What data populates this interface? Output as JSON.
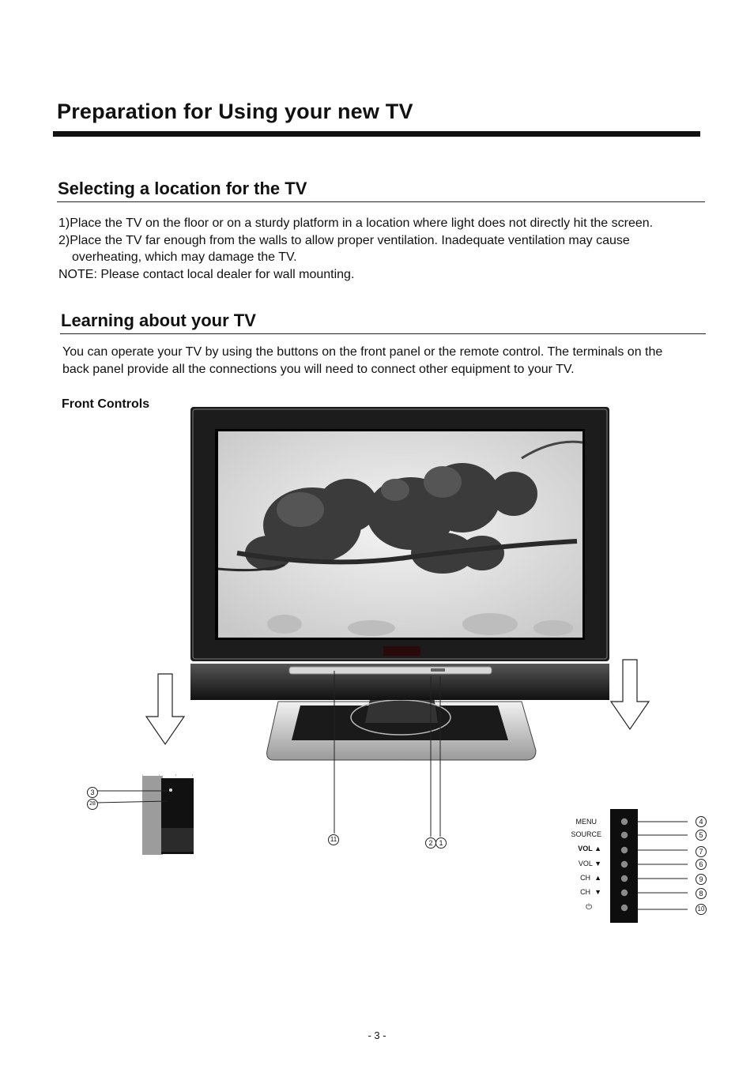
{
  "page": {
    "title": "Preparation for Using your new TV",
    "page_number": "- 3 -"
  },
  "location_section": {
    "heading": "Selecting a location for the TV",
    "lines": [
      "1)Place the TV on the floor or on a sturdy platform in a location where light does not directly hit the screen.",
      "2)Place the TV far enough from the walls to allow proper ventilation. Inadequate ventilation may cause",
      "overheating, which may damage the TV.",
      "NOTE: Please contact local dealer for wall mounting."
    ]
  },
  "learning_section": {
    "heading": "Learning about your TV",
    "lines": [
      "You can operate your TV by using the buttons on the front  panel or the remote control. The terminals on the",
      "back panel provide all the connections you will need to connect other equipment to your TV."
    ]
  },
  "front_controls": {
    "label": "Front Controls",
    "callouts": {
      "c3": "3",
      "c28": "28",
      "c11": "11",
      "c2": "2",
      "c1": "1"
    },
    "buttons": [
      {
        "label": "MENU",
        "symbol": "",
        "number": "4"
      },
      {
        "label": "SOURCE",
        "symbol": "",
        "number": "5"
      },
      {
        "label": "VOL",
        "symbol": "▲",
        "number": "7"
      },
      {
        "label": "VOL",
        "symbol": "▼",
        "number": "6"
      },
      {
        "label": "CH",
        "symbol": "▲",
        "number": "9"
      },
      {
        "label": "CH",
        "symbol": "▼",
        "number": "8"
      },
      {
        "label": "",
        "symbol": "⏻",
        "number": "10"
      }
    ]
  }
}
